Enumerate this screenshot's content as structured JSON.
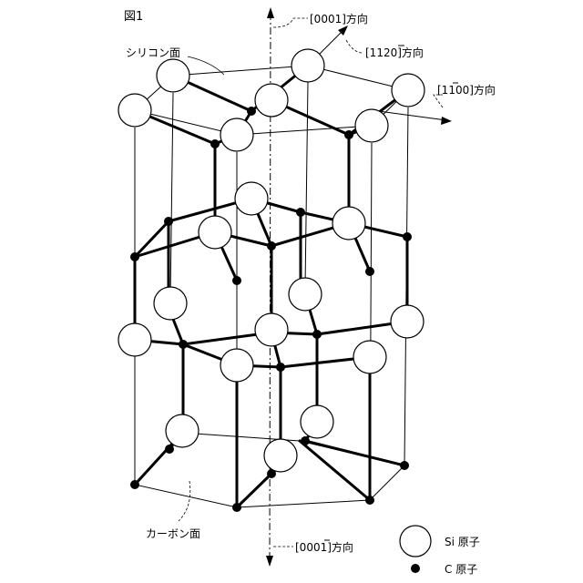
{
  "figure_label": "図1",
  "labels": {
    "silicon_face": "シリコン面",
    "carbon_face": "カーボン面",
    "dir_0001": "[0001]方向",
    "dir_11_2_0": "[1120]方向",
    "dir_1_1_00": "[1100]方向",
    "dir_000_1": "[0001]方向"
  },
  "legend": {
    "si_label": "Si 原子",
    "c_label": "C 原子"
  },
  "colors": {
    "ink": "#000000",
    "atom_fill": "#ffffff"
  }
}
